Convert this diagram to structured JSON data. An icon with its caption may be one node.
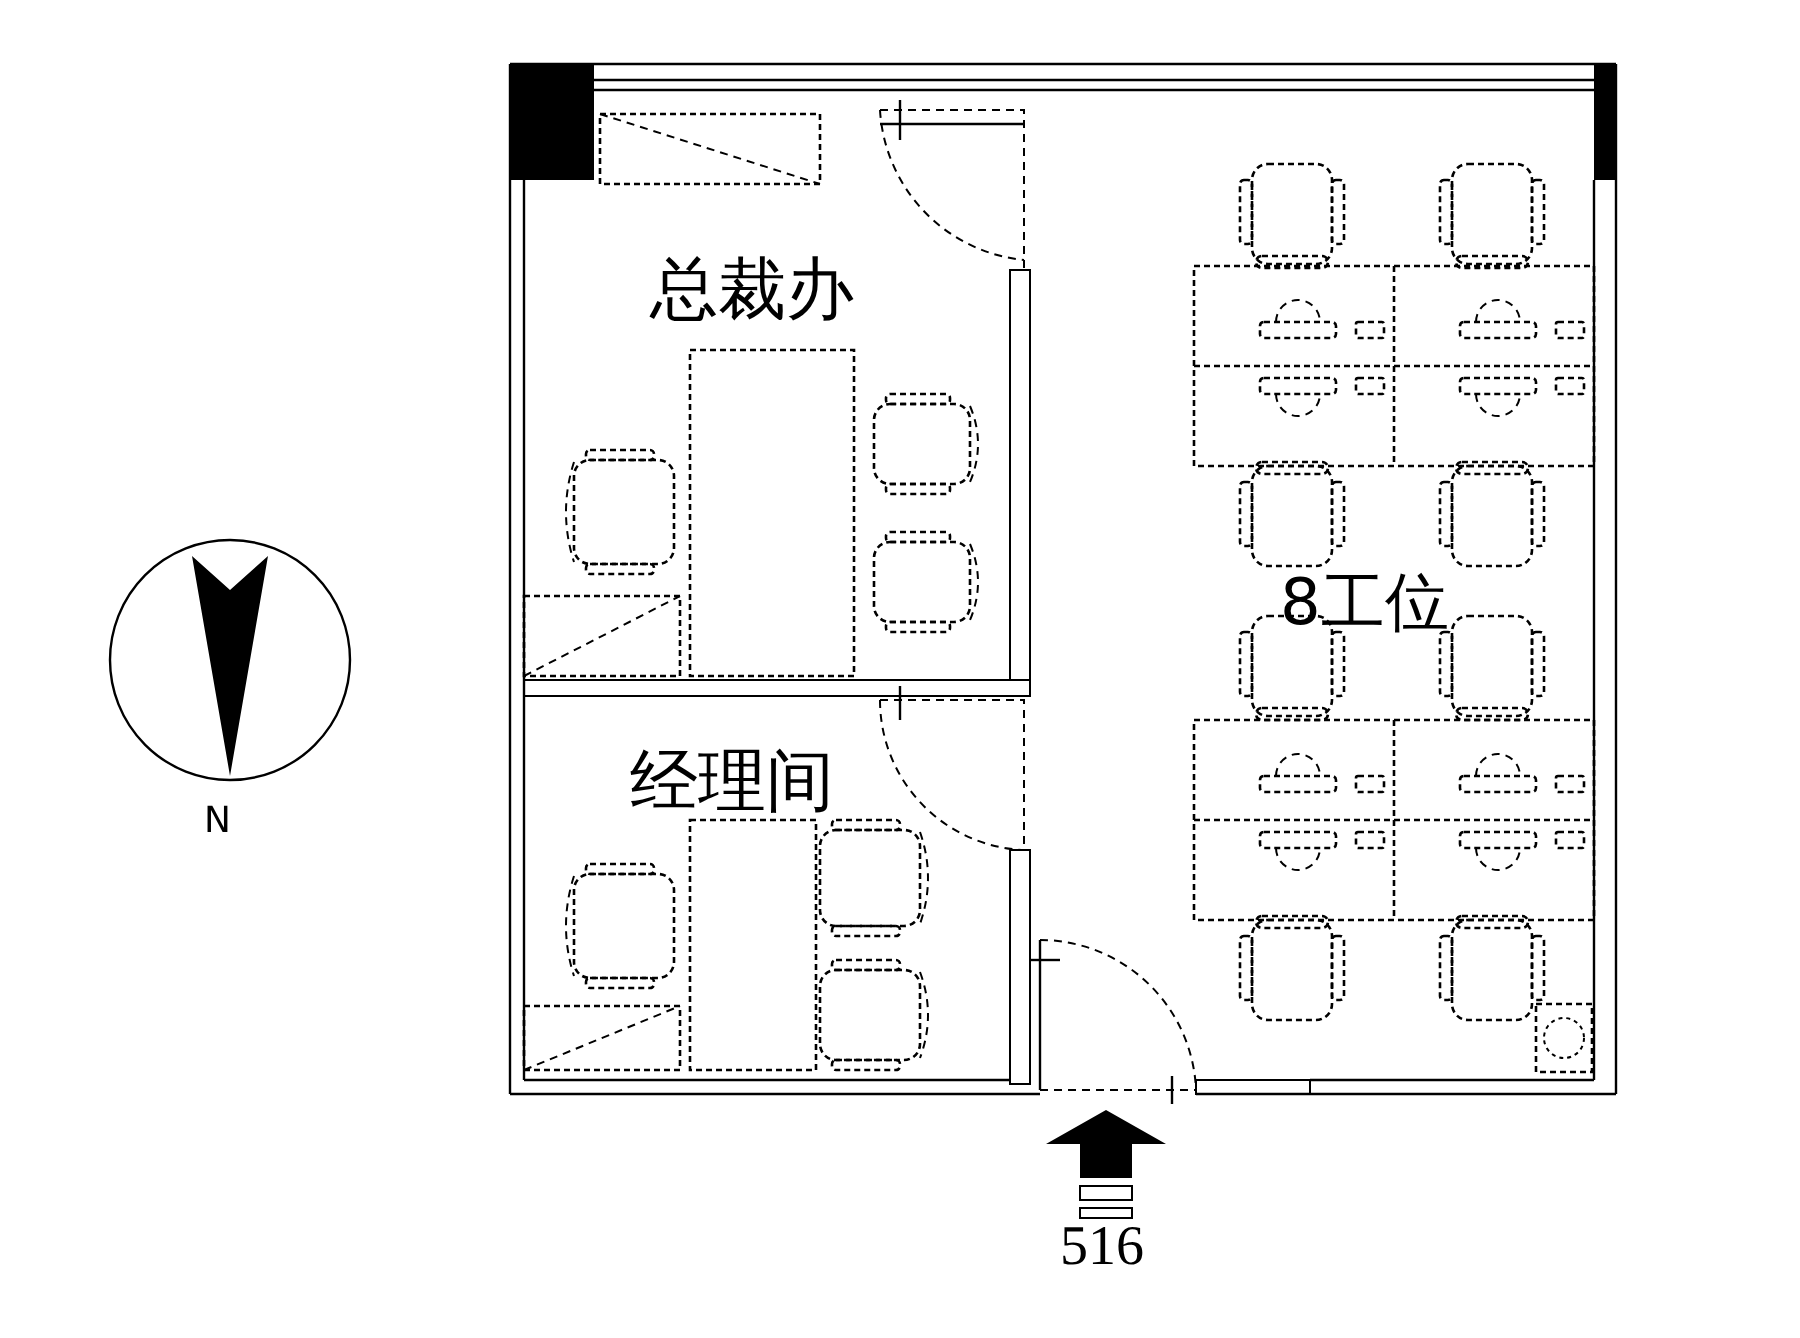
{
  "diagram": {
    "nodes": [
      {
        "text": [
          "总裁办"
        ]
      },
      {
        "text": [
          "经理间"
        ]
      },
      {
        "text": [
          "8工位"
        ]
      }
    ],
    "edges": [],
    "labels": [
      "N",
      "516"
    ]
  }
}
